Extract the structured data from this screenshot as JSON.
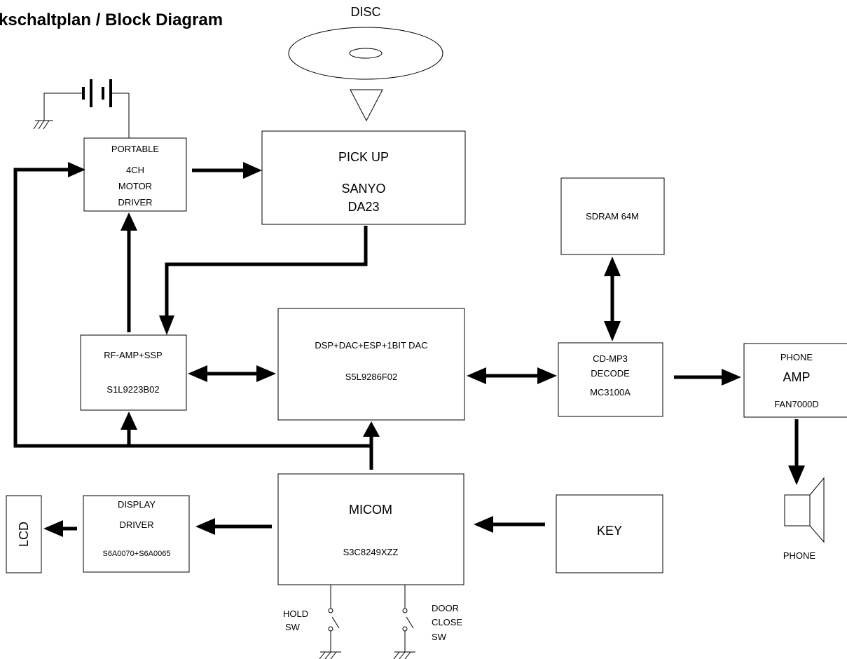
{
  "title": "kschaltplan / Block Diagram",
  "disc": {
    "label": "DISC"
  },
  "blocks": {
    "portable": {
      "line1": "PORTABLE",
      "line2": "4CH",
      "line3": "MOTOR",
      "line4": "DRIVER"
    },
    "pickup": {
      "line1": "PICK UP",
      "line2": "SANYO",
      "line3": "DA23"
    },
    "sdram": {
      "line1": "SDRAM 64M"
    },
    "rfamp": {
      "line1": "RF-AMP+SSP",
      "line2": "S1L9223B02"
    },
    "dsp": {
      "line1": "DSP+DAC+ESP+1BIT DAC",
      "line2": "S5L9286F02"
    },
    "cdmp3": {
      "line1": "CD-MP3",
      "line2": "DECODE",
      "line3": "MC3100A"
    },
    "phoneamp": {
      "line1": "PHONE",
      "line2": "AMP",
      "line3": "FAN7000D"
    },
    "lcd": {
      "line1": "LCD"
    },
    "display": {
      "line1": "DISPLAY",
      "line2": "DRIVER",
      "line3": "S6A0070+S6A0065"
    },
    "micom": {
      "line1": "MICOM",
      "line2": "S3C8249XZZ"
    },
    "key": {
      "line1": "KEY"
    }
  },
  "switches": {
    "hold": {
      "line1": "HOLD",
      "line2": "SW"
    },
    "door": {
      "line1": "DOOR",
      "line2": "CLOSE",
      "line3": "SW"
    }
  },
  "speaker": {
    "label": "PHONE"
  }
}
